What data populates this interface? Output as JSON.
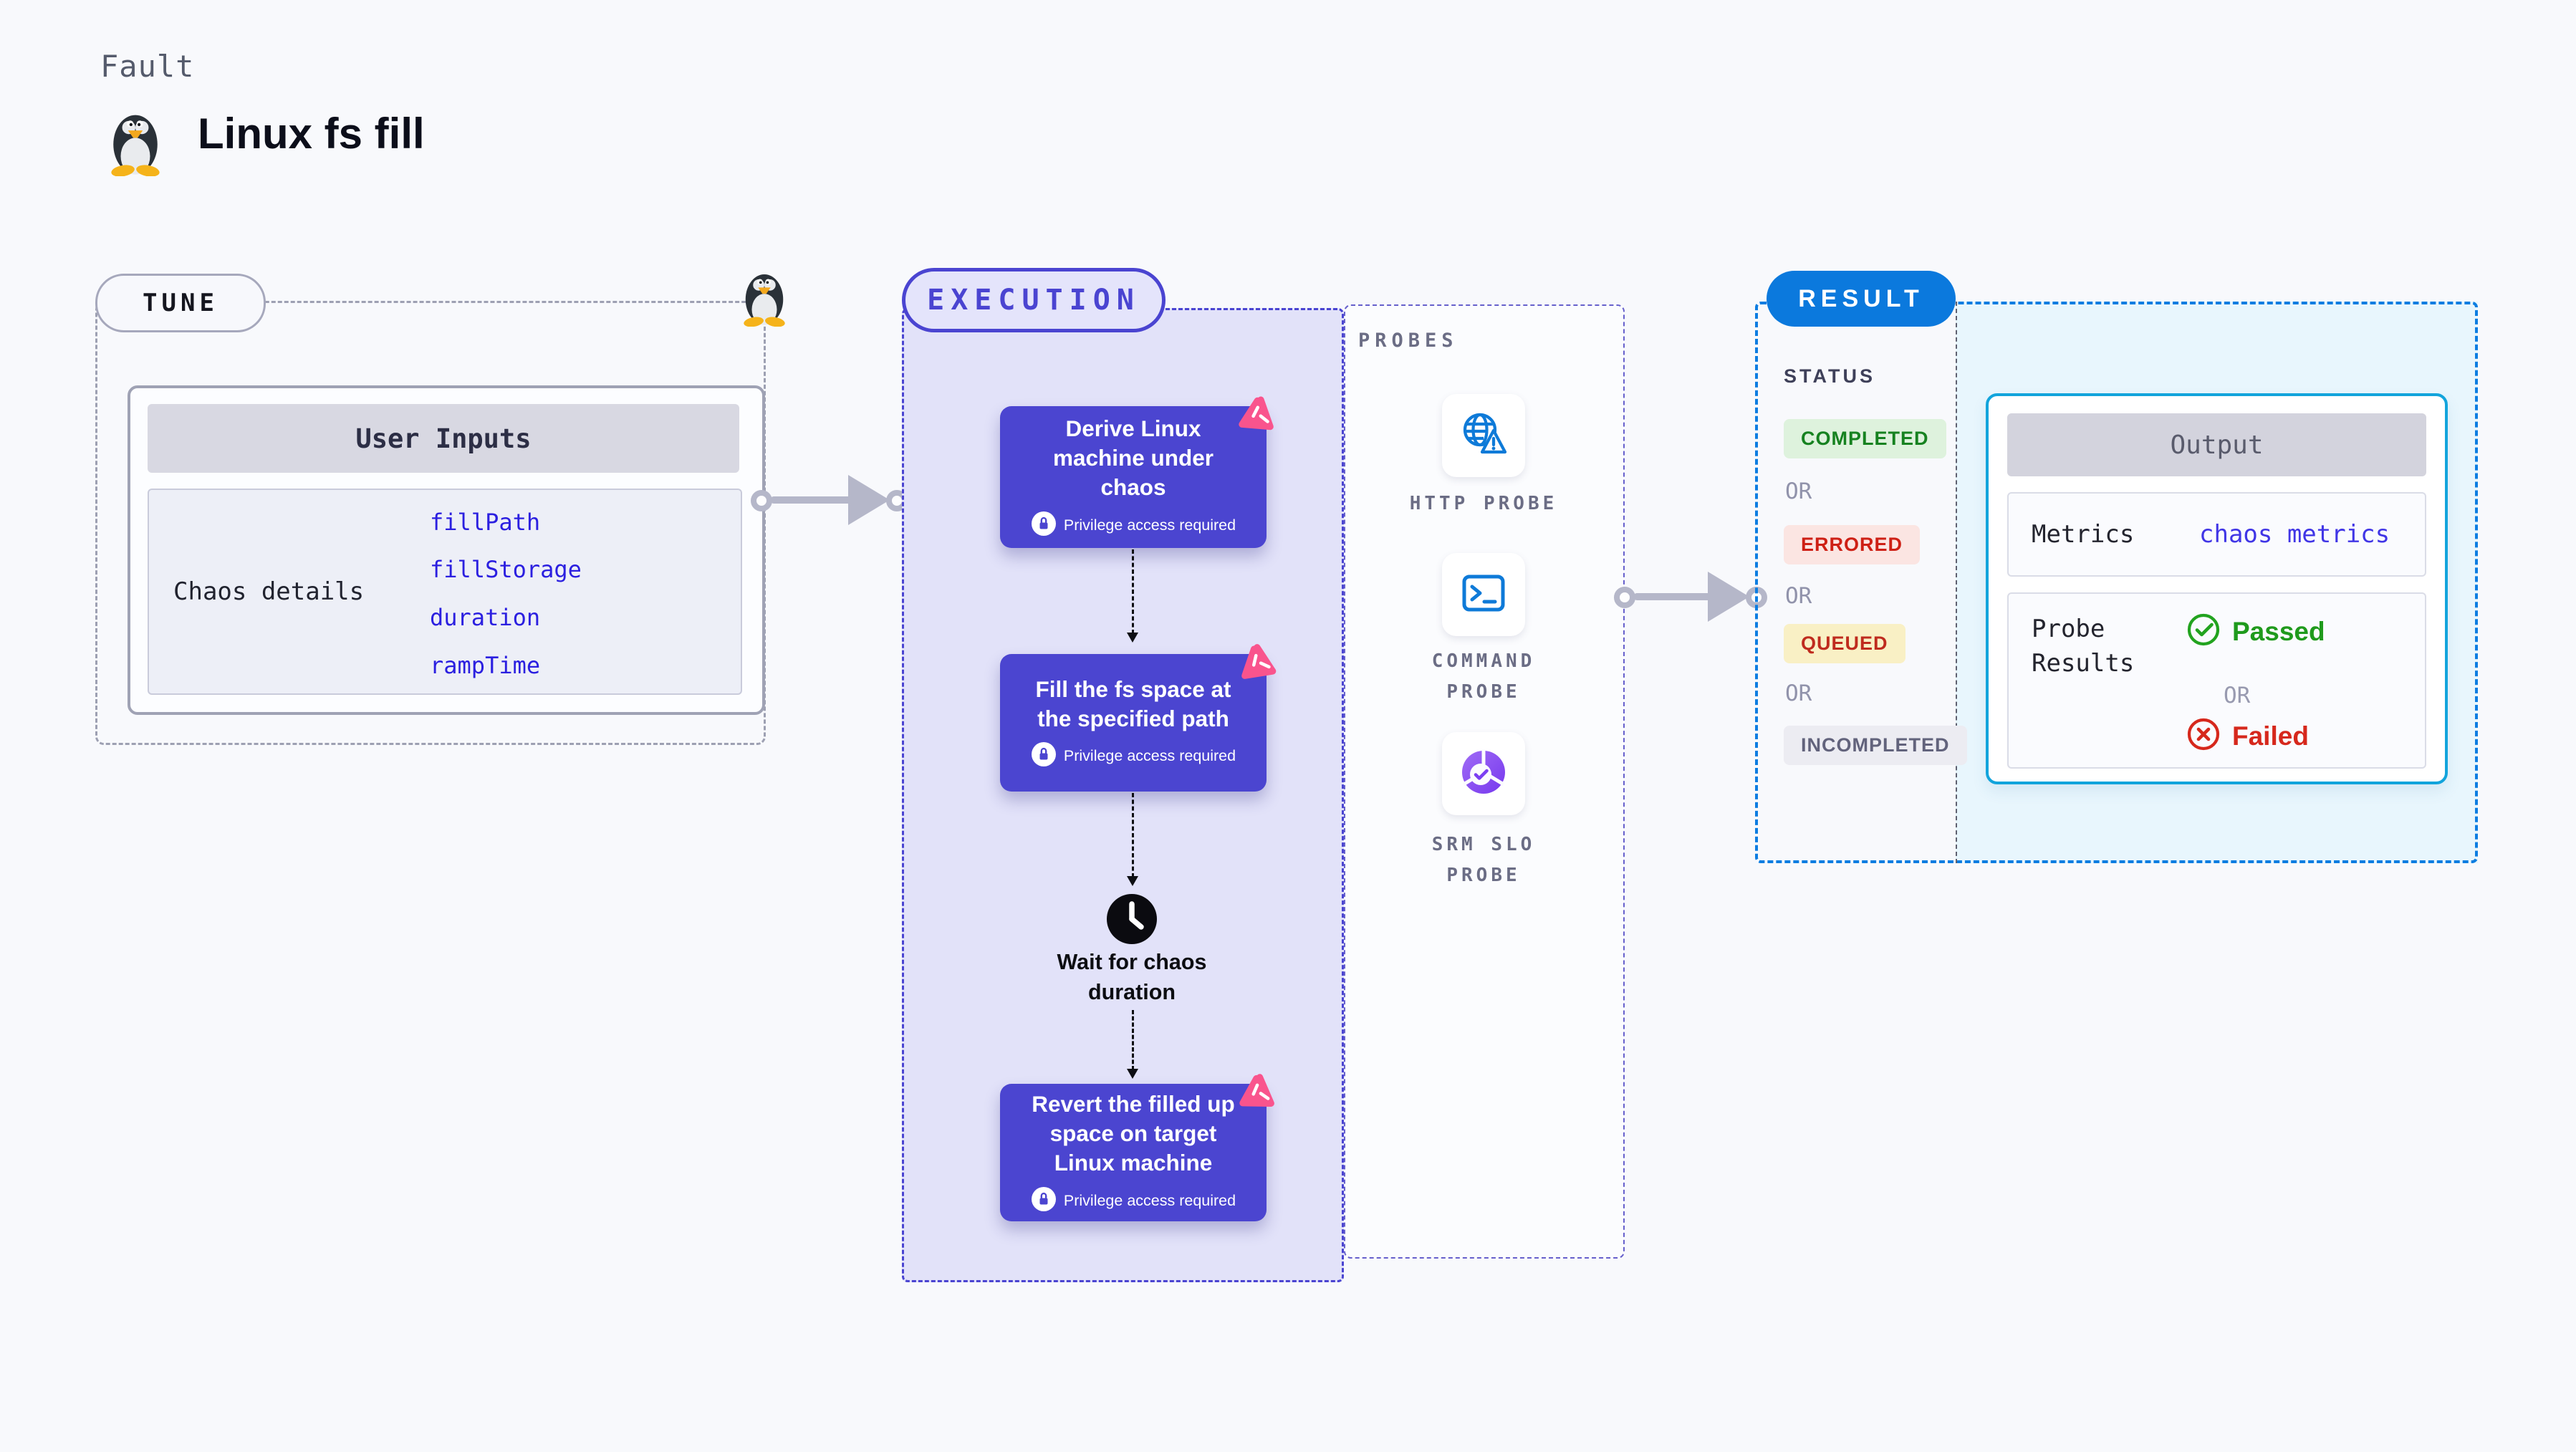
{
  "page": {
    "eyebrow": "Fault",
    "title": "Linux fs fill"
  },
  "tune": {
    "label": "TUNE",
    "user_inputs_title": "User Inputs",
    "chaos_details_label": "Chaos details",
    "inputs": [
      "fillPath",
      "fillStorage",
      "duration",
      "rampTime"
    ]
  },
  "execution": {
    "label": "EXECUTION",
    "steps": [
      {
        "title": "Derive Linux machine under chaos",
        "badge": "Privilege access required"
      },
      {
        "title": "Fill the fs space at the specified path",
        "badge": "Privilege access required"
      },
      {
        "title": "Revert the filled up space on target Linux machine",
        "badge": "Privilege access required"
      }
    ],
    "wait_label": "Wait for chaos duration"
  },
  "probes": {
    "label": "PROBES",
    "items": [
      "HTTP PROBE",
      "COMMAND PROBE",
      "SRM SLO PROBE"
    ]
  },
  "result": {
    "label": "RESULT",
    "status_heading": "STATUS",
    "or_label": "OR",
    "statuses": [
      {
        "label": "COMPLETED"
      },
      {
        "label": "ERRORED"
      },
      {
        "label": "QUEUED"
      },
      {
        "label": "INCOMPLETED"
      }
    ],
    "output": {
      "title": "Output",
      "metrics_label": "Metrics",
      "metrics_value": "chaos metrics",
      "probe_results_label": "Probe Results",
      "passed_label": "Passed",
      "failed_label": "Failed"
    }
  },
  "colors": {
    "indigo": "#4b45d0",
    "indigo_light": "#e2e2f9",
    "pink": "#f9548d",
    "result_blue": "#0b79dd",
    "cyan_border": "#12a4dc",
    "light_blue_bg": "#e8f6fd",
    "link_blue": "#2b1fe0",
    "green": "#1f9a1c",
    "red": "#d6281c",
    "arrow_gray": "#b5b7c9"
  }
}
